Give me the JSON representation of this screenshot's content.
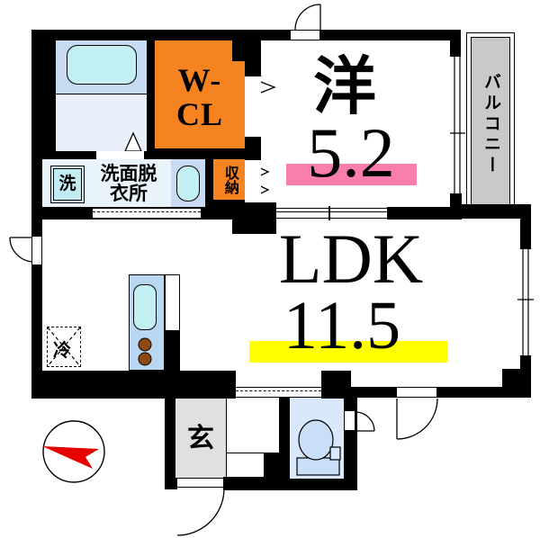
{
  "floorplan": {
    "labels": {
      "western_room": "洋",
      "western_room_size": "5.2",
      "ldk": "LDK",
      "ldk_size": "11.5",
      "walk_in_closet": "W-CL",
      "balcony": "バルコニー",
      "washroom": "洗面脱\n衣所",
      "laundry": "洗",
      "storage": "収納",
      "refrigerator": "冷",
      "entrance": "玄"
    },
    "colors": {
      "wall_black": "#000000",
      "closet_orange": "#F5831F",
      "pink_highlight": "#F97DAD",
      "yellow_highlight": "#FFFF00",
      "balcony_gray": "#C9C9C9",
      "entrance_gray": "#E0E0E0",
      "fixture_blue": "#C9DBF3",
      "pale_blue": "#E9F0FA",
      "washroom_blue": "#E8F4FA",
      "water_cyan": "#C2EFF1",
      "toilet_room_blue": "#D9E9FB",
      "toilet_blue": "#C9DFF8",
      "kitchen_blue": "#BBD6F0",
      "burner_brown": "#8C4A12",
      "compass_red": "#E60000"
    }
  }
}
